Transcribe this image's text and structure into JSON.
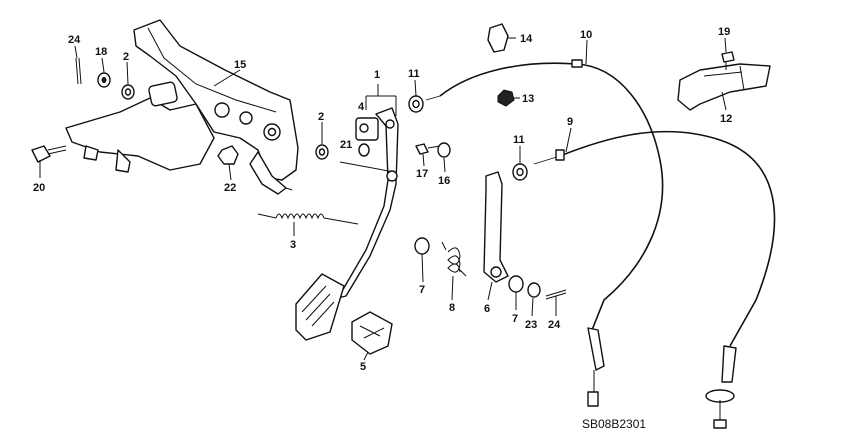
{
  "diagram": {
    "callouts": [
      {
        "id": "c24a",
        "label": "24"
      },
      {
        "id": "c18",
        "label": "18"
      },
      {
        "id": "c2a",
        "label": "2"
      },
      {
        "id": "c15",
        "label": "15"
      },
      {
        "id": "c20",
        "label": "20"
      },
      {
        "id": "c22",
        "label": "22"
      },
      {
        "id": "c2b",
        "label": "2"
      },
      {
        "id": "c1",
        "label": "1"
      },
      {
        "id": "c4",
        "label": "4"
      },
      {
        "id": "c21",
        "label": "21"
      },
      {
        "id": "c3",
        "label": "3"
      },
      {
        "id": "c11a",
        "label": "11"
      },
      {
        "id": "c14",
        "label": "14"
      },
      {
        "id": "c10",
        "label": "10"
      },
      {
        "id": "c13",
        "label": "13"
      },
      {
        "id": "c17",
        "label": "17"
      },
      {
        "id": "c16",
        "label": "16"
      },
      {
        "id": "c11b",
        "label": "11"
      },
      {
        "id": "c9",
        "label": "9"
      },
      {
        "id": "c19",
        "label": "19"
      },
      {
        "id": "c12",
        "label": "12"
      },
      {
        "id": "c7a",
        "label": "7"
      },
      {
        "id": "c8",
        "label": "8"
      },
      {
        "id": "c6",
        "label": "6"
      },
      {
        "id": "c7b",
        "label": "7"
      },
      {
        "id": "c23",
        "label": "23"
      },
      {
        "id": "c24b",
        "label": "24"
      },
      {
        "id": "c5",
        "label": "5"
      }
    ],
    "drawing_code": "SB08B2301"
  }
}
